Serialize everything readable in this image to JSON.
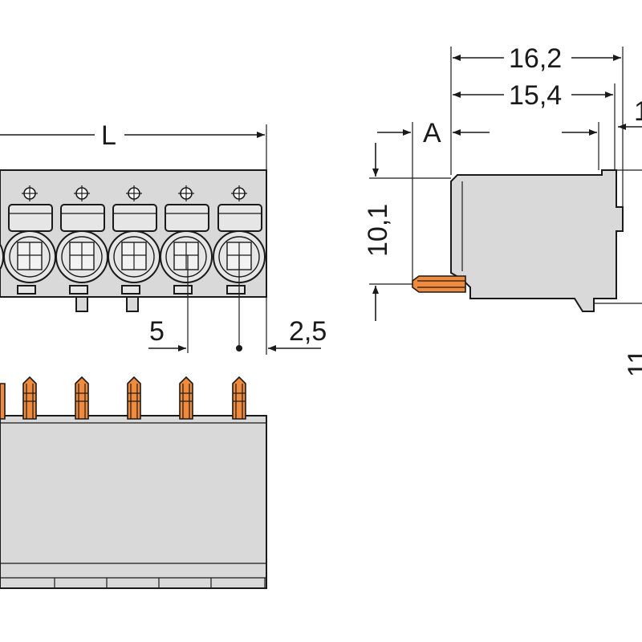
{
  "dimensions": {
    "length": "L",
    "pitch": "5",
    "edge_offset": "2,5",
    "overall_depth": "16,2",
    "body_depth": "15,4",
    "pin_projection": "A",
    "height": "10,1",
    "cut_right_top": "1",
    "cut_right_bottom": "11"
  },
  "colors": {
    "housing": "#d9d9d9",
    "pin": "#f08a3c",
    "line": "#1a1a1a"
  }
}
